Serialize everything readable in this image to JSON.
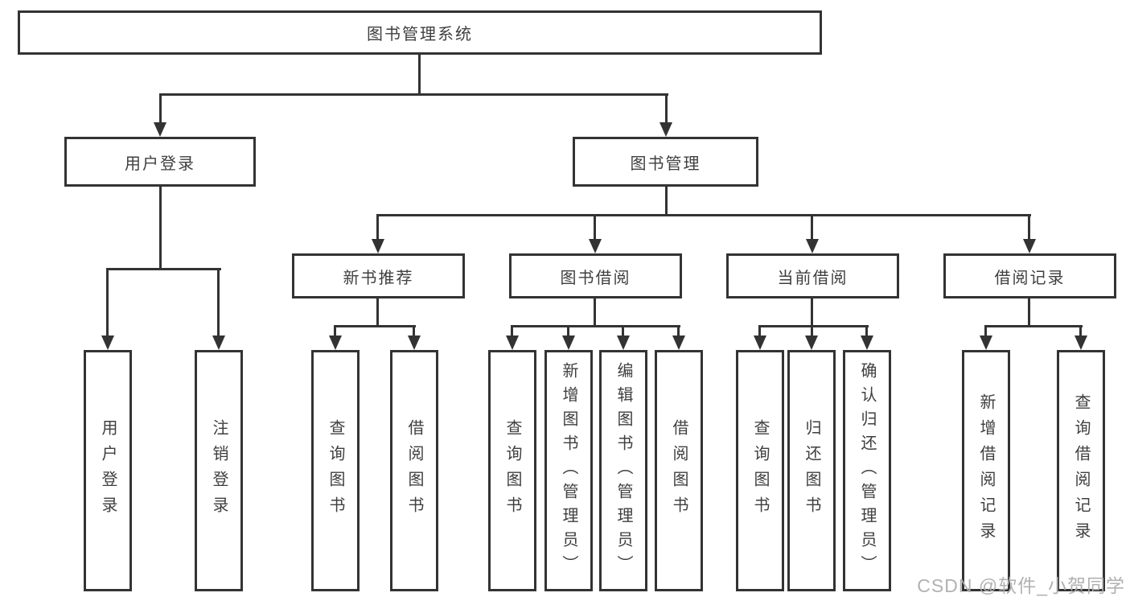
{
  "tree": {
    "root": {
      "label": "图书管理系统",
      "children": [
        {
          "label": "用户登录",
          "children": [
            {
              "label": "用户登录"
            },
            {
              "label": "注销登录"
            }
          ]
        },
        {
          "label": "图书管理",
          "children": [
            {
              "label": "新书推荐",
              "children": [
                {
                  "label": "查询图书"
                },
                {
                  "label": "借阅图书"
                }
              ]
            },
            {
              "label": "图书借阅",
              "children": [
                {
                  "label": "查询图书"
                },
                {
                  "label": "新增图书（管理员）"
                },
                {
                  "label": "编辑图书（管理员）"
                },
                {
                  "label": "借阅图书"
                }
              ]
            },
            {
              "label": "当前借阅",
              "children": [
                {
                  "label": "查询图书"
                },
                {
                  "label": "归还图书"
                },
                {
                  "label": "确认归还（管理员）"
                }
              ]
            },
            {
              "label": "借阅记录",
              "children": [
                {
                  "label": "新增借阅记录"
                },
                {
                  "label": "查询借阅记录"
                }
              ]
            }
          ]
        }
      ]
    }
  },
  "watermark": {
    "text": "CSDN @软件_小贺同学"
  },
  "colors": {
    "line": "#333333",
    "text": "#3f3f3f",
    "watermark": "#adadad",
    "background": "#ffffff"
  }
}
